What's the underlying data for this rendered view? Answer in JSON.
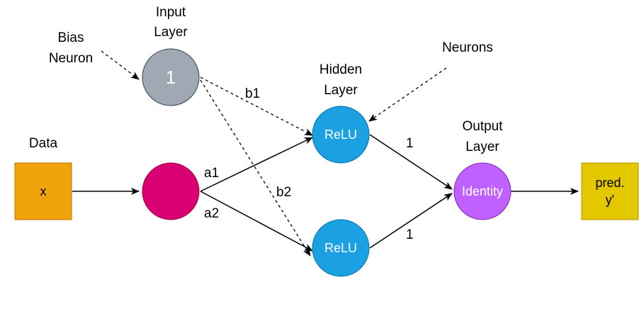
{
  "labels": {
    "input_layer_line1": "Input",
    "input_layer_line2": "Layer",
    "bias_line1": "Bias",
    "bias_line2": "Neuron",
    "data": "Data",
    "hidden_layer_line1": "Hidden",
    "hidden_layer_line2": "Layer",
    "neurons": "Neurons",
    "output_layer_line1": "Output",
    "output_layer_line2": "Layer"
  },
  "nodes": {
    "input_x": "x",
    "bias": "1",
    "hidden_top": "ReLU",
    "hidden_bottom": "ReLU",
    "output": "Identity",
    "prediction_line1": "pred.",
    "prediction_line2": "y'"
  },
  "edges": {
    "a1": "a1",
    "a2": "a2",
    "b1": "b1",
    "b2": "b2",
    "w_top": "1",
    "w_bottom": "1"
  },
  "colors": {
    "data_box": "#F0A30A",
    "input_neuron": "#D80073",
    "bias_neuron": "#A0A9B3",
    "relu_neuron": "#1BA1E2",
    "identity_neuron": "#C061FF",
    "prediction_box": "#E3C800"
  }
}
